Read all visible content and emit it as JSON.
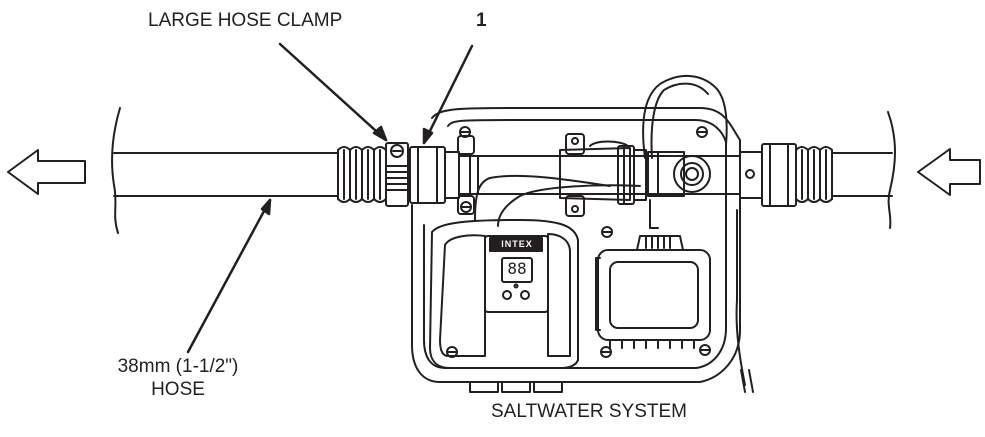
{
  "labels": {
    "large_hose_clamp": "LARGE HOSE CLAMP",
    "callout_number": "1",
    "hose_size_line1": "38mm (1-1/2\")",
    "hose_size_line2": "HOSE",
    "system_name": "SALTWATER SYSTEM"
  },
  "unit": {
    "brand": "INTEX",
    "display": "88"
  },
  "colors": {
    "line": "#231f20",
    "background": "#ffffff"
  },
  "icons": {
    "outflow_arrow": "arrow-left-outline-icon",
    "inflow_arrow": "arrow-left-outline-icon"
  }
}
